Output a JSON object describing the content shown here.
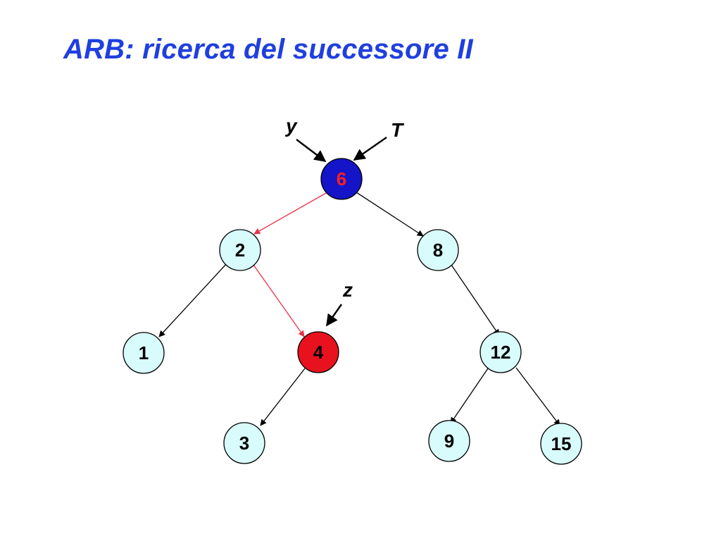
{
  "title": "ARB: ricerca del successore II",
  "colors": {
    "title": "#1f3fe0",
    "node_fill": "#d8fbfb",
    "root_fill": "#1414c8",
    "root_text": "#ff2020",
    "highlight_fill": "#e8121e",
    "highlight_text": "#000000",
    "search_path_edge": "#e8324a",
    "edge": "#000000"
  },
  "pointers": {
    "y": "y",
    "T": "T",
    "z": "z"
  },
  "nodes": [
    {
      "id": "n6",
      "label": "6",
      "state": "root"
    },
    {
      "id": "n2",
      "label": "2",
      "state": "normal"
    },
    {
      "id": "n8",
      "label": "8",
      "state": "normal"
    },
    {
      "id": "n1",
      "label": "1",
      "state": "normal"
    },
    {
      "id": "n4",
      "label": "4",
      "state": "target"
    },
    {
      "id": "n12",
      "label": "12",
      "state": "normal"
    },
    {
      "id": "n3",
      "label": "3",
      "state": "normal"
    },
    {
      "id": "n9",
      "label": "9",
      "state": "normal"
    },
    {
      "id": "n15",
      "label": "15",
      "state": "normal"
    }
  ],
  "edges": [
    {
      "from": "6",
      "to": "2",
      "search_path": true
    },
    {
      "from": "6",
      "to": "8",
      "search_path": false
    },
    {
      "from": "2",
      "to": "1",
      "search_path": false
    },
    {
      "from": "2",
      "to": "4",
      "search_path": true
    },
    {
      "from": "8",
      "to": "12",
      "search_path": false
    },
    {
      "from": "4",
      "to": "3",
      "search_path": false
    },
    {
      "from": "12",
      "to": "9",
      "search_path": false
    },
    {
      "from": "12",
      "to": "15",
      "search_path": false
    }
  ]
}
